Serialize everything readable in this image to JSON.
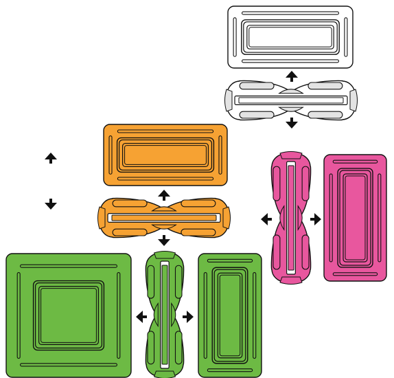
{
  "colors": {
    "white": "#ffffff",
    "white_tab": "#e3e3e3",
    "orange": "#f6a233",
    "orange_tab": "#f6a233",
    "magenta": "#e8579e",
    "magenta_tab": "#e8579e",
    "green": "#6dba44",
    "green_tab": "#6dba44",
    "outline": "#111111",
    "arrow": "#111111"
  },
  "shapes": [
    {
      "name": "white-tray",
      "color": "white",
      "type": "tray"
    },
    {
      "name": "white-peanut",
      "color": "white",
      "type": "peanut-horizontal"
    },
    {
      "name": "orange-tray",
      "color": "orange",
      "type": "tray"
    },
    {
      "name": "orange-peanut",
      "color": "orange",
      "type": "peanut-horizontal"
    },
    {
      "name": "magenta-peanut",
      "color": "magenta",
      "type": "peanut-vertical"
    },
    {
      "name": "magenta-tray",
      "color": "magenta",
      "type": "tray"
    },
    {
      "name": "green-square-tray",
      "color": "green",
      "type": "tray"
    },
    {
      "name": "green-peanut",
      "color": "green",
      "type": "peanut-vertical"
    },
    {
      "name": "green-tray",
      "color": "green",
      "type": "tray"
    }
  ],
  "arrows": [
    {
      "name": "white-up-arrow",
      "direction": "up"
    },
    {
      "name": "white-down-arrow",
      "direction": "down"
    },
    {
      "name": "legend-up-arrow",
      "direction": "up"
    },
    {
      "name": "legend-down-arrow",
      "direction": "down"
    },
    {
      "name": "orange-up-arrow",
      "direction": "up"
    },
    {
      "name": "orange-down-arrow",
      "direction": "down"
    },
    {
      "name": "magenta-left-arrow",
      "direction": "left"
    },
    {
      "name": "magenta-right-arrow",
      "direction": "right"
    },
    {
      "name": "green-left-arrow",
      "direction": "left"
    },
    {
      "name": "green-right-arrow",
      "direction": "right"
    }
  ]
}
